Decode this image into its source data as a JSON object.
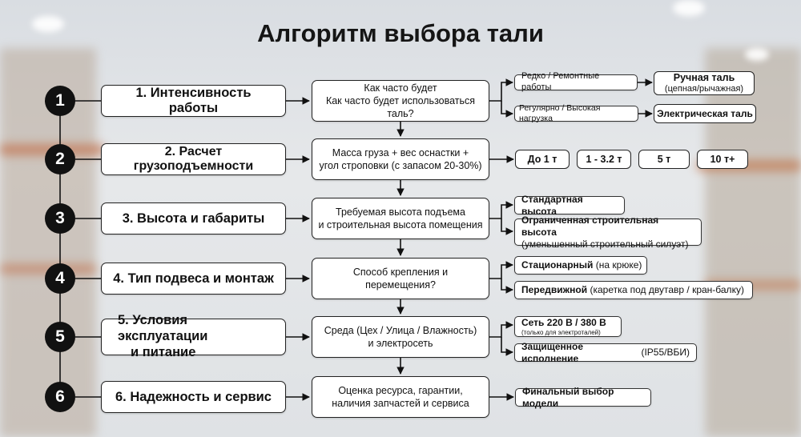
{
  "title": "Алгоритм выбора тали",
  "steps": [
    {
      "num": "1",
      "label": "1. Интенсивность работы"
    },
    {
      "num": "2",
      "label": "2. Расчет грузоподъемности"
    },
    {
      "num": "3",
      "label": "3. Высота и габариты"
    },
    {
      "num": "4",
      "label": "4. Тип подвеса и монтаж"
    },
    {
      "num": "5",
      "label_line1": "5. Условия эксплуатации",
      "label_line2": "и питание"
    },
    {
      "num": "6",
      "label": "6. Надежность и сервис"
    }
  ],
  "questions": [
    {
      "line1": "Как часто будет",
      "line2": "Как часто будет использоваться таль?"
    },
    {
      "line1": "Масса груза + вес оснастки +",
      "line2": "угол строповки (с запасом 20-30%)"
    },
    {
      "line1": "Требуемая высота подъема",
      "line2": "и строительная высота помещения"
    },
    {
      "line1": "Способ крепления и перемещения?"
    },
    {
      "line1": "Среда (Цех / Улица / Влажность)",
      "line2": "и электросеть"
    },
    {
      "line1": "Оценка ресурса, гарантии,",
      "line2": "наличия запчастей и сервиса"
    }
  ],
  "step1": {
    "option_rare": "Редко / Ремонтные работы",
    "option_regular": "Регулярно / Высокая нагрузка",
    "result_manual_title": "Ручная таль",
    "result_manual_sub": "(цепная/рычажная)",
    "result_electric": "Электрическая таль"
  },
  "step2": {
    "capacities": [
      "До 1 т",
      "1 - 3.2 т",
      "5 т",
      "10 т+"
    ]
  },
  "step3": {
    "option_standard": "Стандартная высота",
    "option_limited_title": "Ограниченная строительная высота",
    "option_limited_sub": "(уменьшенный строительный силуэт)"
  },
  "step4": {
    "option_stationary_bold": "Стационарный",
    "option_stationary_rest": " (на крюке)",
    "option_mobile_bold": "Передвижной",
    "option_mobile_rest": " (каретка под двутавр / кран-балку)"
  },
  "step5": {
    "option_power_title": "Сеть 220 В / 380 В",
    "option_power_sub": "(только для электроталей)",
    "option_protected_bold": "Защищенное исполнение",
    "option_protected_rest": " (IP55/ВБИ)"
  },
  "step6": {
    "result_final": "Финальный выбор модели"
  }
}
